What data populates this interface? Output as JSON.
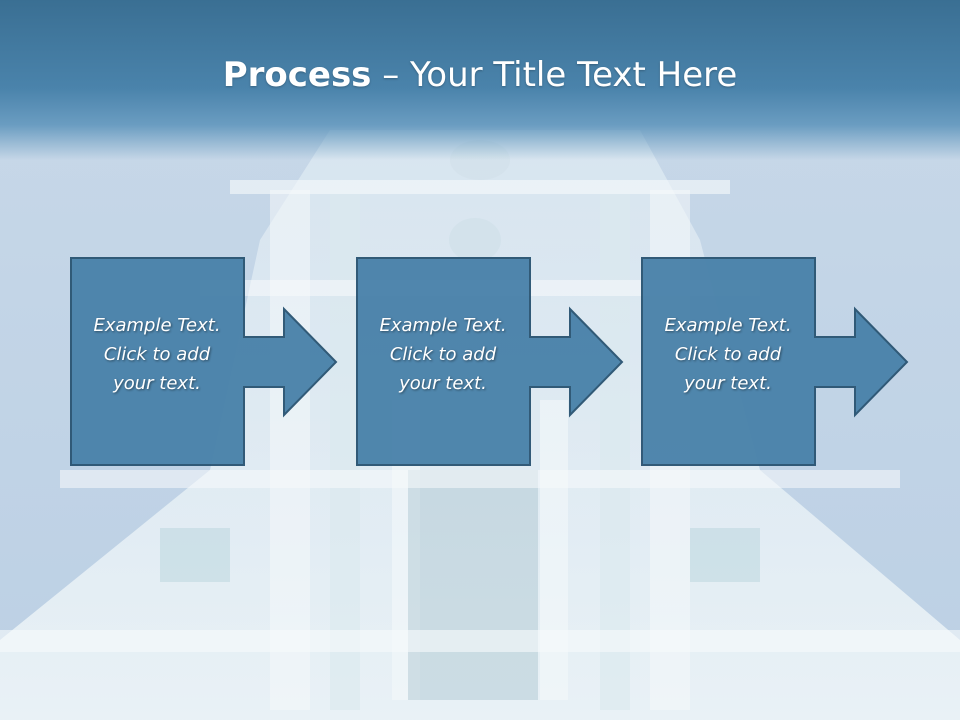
{
  "slide": {
    "title_bold": "Process",
    "title_rest": " – Your Title Text Here"
  },
  "steps": [
    {
      "line1": "Example Text.",
      "line2": "Click  to add",
      "line3": "your text."
    },
    {
      "line1": "Example Text.",
      "line2": "Click  to add",
      "line3": "your text."
    },
    {
      "line1": "Example Text.",
      "line2": "Click  to add",
      "line3": "your text."
    }
  ],
  "colors": {
    "title_band": "#3a6f93",
    "box_fill": "#4a82aa",
    "box_border": "#2b5573",
    "background": "#c3d5e7"
  },
  "icons": [
    "right-arrow-icon"
  ]
}
